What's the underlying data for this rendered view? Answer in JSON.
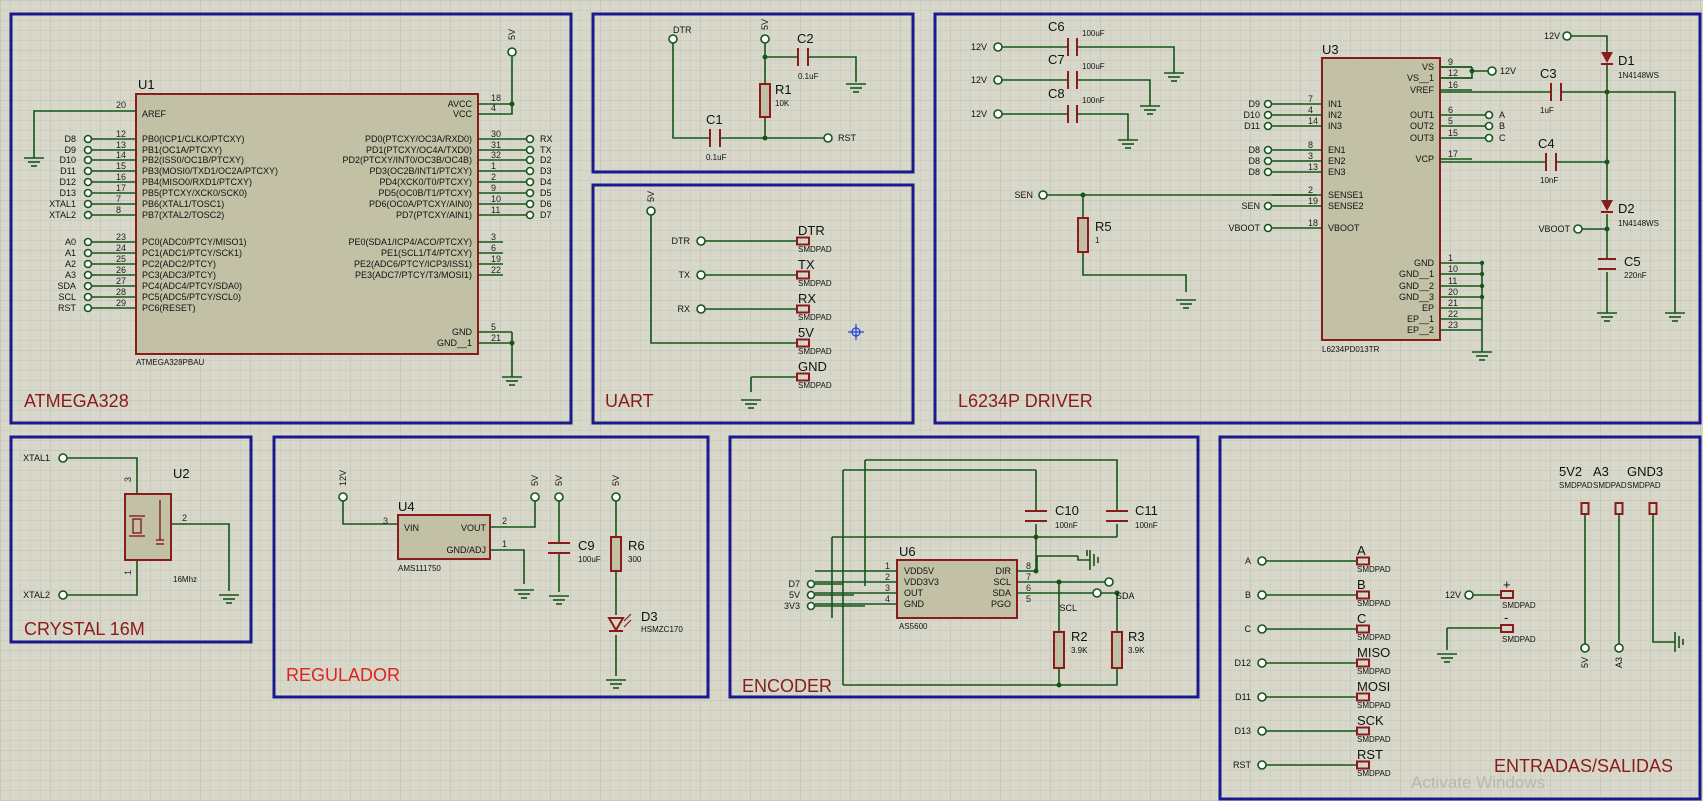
{
  "sections": {
    "atmega": "ATMEGA328",
    "uart": "UART",
    "driver": "L6234P DRIVER",
    "crystal": "CRYSTAL 16M",
    "regulador": "REGULADOR",
    "encoder": "ENCODER",
    "io": "ENTRADAS/SALIDAS"
  },
  "colors": {
    "wire": "#15541a",
    "frame": "#1a1a8e",
    "component": "#8b1a1a",
    "chip_fill": "#c2c1a6",
    "background": "#d8d8ca"
  },
  "u1": {
    "ref": "U1",
    "part": "ATMEGA328PBAU",
    "power_net": "5V",
    "aref": {
      "name": "AREF",
      "num": "20"
    },
    "left_pins": [
      {
        "net": "D8",
        "num": "12",
        "name": "PB0(ICP1/CLKO/PTCXY)"
      },
      {
        "net": "D9",
        "num": "13",
        "name": "PB1(OC1A/PTCXY)"
      },
      {
        "net": "D10",
        "num": "14",
        "name": "PB2(ISS0/OC1B/PTCXY)"
      },
      {
        "net": "D11",
        "num": "15",
        "name": "PB3(MOSI0/TXD1/OC2A/PTCXY)"
      },
      {
        "net": "D12",
        "num": "16",
        "name": "PB4(MISO0/RXD1/PTCXY)"
      },
      {
        "net": "D13",
        "num": "17",
        "name": "PB5(PTCXY/XCK0/SCK0)"
      },
      {
        "net": "XTAL1",
        "num": "7",
        "name": "PB6(XTAL1/TOSC1)"
      },
      {
        "net": "XTAL2",
        "num": "8",
        "name": "PB7(XTAL2/TOSC2)"
      },
      {
        "net": "A0",
        "num": "23",
        "name": "PC0(ADC0/PTCY/MISO1)"
      },
      {
        "net": "A1",
        "num": "24",
        "name": "PC1(ADC1/PTCY/SCK1)"
      },
      {
        "net": "A2",
        "num": "25",
        "name": "PC2(ADC2/PTCY)"
      },
      {
        "net": "A3",
        "num": "26",
        "name": "PC3(ADC3/PTCY)"
      },
      {
        "net": "SDA",
        "num": "27",
        "name": "PC4(ADC4/PTCY/SDA0)"
      },
      {
        "net": "SCL",
        "num": "28",
        "name": "PC5(ADC5/PTCY/SCL0)"
      },
      {
        "net": "RST",
        "num": "29",
        "name": "PC6(RESET)"
      }
    ],
    "right_top": [
      {
        "name": "AVCC",
        "num": "18"
      },
      {
        "name": "VCC",
        "num": "4"
      }
    ],
    "right_pins": [
      {
        "name": "PD0(PTCXY/OC3A/RXD0)",
        "num": "30",
        "net": "RX"
      },
      {
        "name": "PD1(PTCXY/OC4A/TXD0)",
        "num": "31",
        "net": "TX"
      },
      {
        "name": "PD2(PTCXY/INT0/OC3B/OC4B)",
        "num": "32",
        "net": "D2"
      },
      {
        "name": "PD3(OC2B/INT1/PTCXY)",
        "num": "1",
        "net": "D3"
      },
      {
        "name": "PD4(XCK0/T0/PTCXY)",
        "num": "2",
        "net": "D4"
      },
      {
        "name": "PD5(OC0B/T1/PTCXY)",
        "num": "9",
        "net": "D5"
      },
      {
        "name": "PD6(OC0A/PTCXY/AIN0)",
        "num": "10",
        "net": "D6"
      },
      {
        "name": "PD7(PTCXY/AIN1)",
        "num": "11",
        "net": "D7"
      }
    ],
    "right_pe": [
      {
        "name": "PE0(SDA1/ICP4/ACO/PTCXY)",
        "num": "3"
      },
      {
        "name": "PE1(SCL1/T4/PTCXY)",
        "num": "6"
      },
      {
        "name": "PE2(ADC6/PTCY/ICP3/ISS1)",
        "num": "19"
      },
      {
        "name": "PE3(ADC7/PTCY/T3/MOSI1)",
        "num": "22"
      }
    ],
    "right_gnd": [
      {
        "name": "GND",
        "num": "5"
      },
      {
        "name": "GND__1",
        "num": "21"
      }
    ]
  },
  "reset_circuit": {
    "dtr": "DTR",
    "vcc": "5V",
    "rst": "RST",
    "c2": {
      "ref": "C2",
      "val": "0.1uF"
    },
    "r1": {
      "ref": "R1",
      "val": "10K"
    },
    "c1": {
      "ref": "C1",
      "val": "0.1uF"
    }
  },
  "uart": {
    "vcc": "5V",
    "pads": [
      {
        "net": "DTR",
        "label": "DTR",
        "type": "SMDPAD"
      },
      {
        "net": "TX",
        "label": "TX",
        "type": "SMDPAD"
      },
      {
        "net": "RX",
        "label": "RX",
        "type": "SMDPAD"
      },
      {
        "net": "",
        "label": "5V",
        "type": "SMDPAD"
      },
      {
        "net": "",
        "label": "GND",
        "type": "SMDPAD"
      }
    ]
  },
  "driver": {
    "caps": [
      {
        "net": "12V",
        "ref": "C6",
        "val": "100uF"
      },
      {
        "net": "12V",
        "ref": "C7",
        "val": "100uF"
      },
      {
        "net": "12V",
        "ref": "C8",
        "val": "100nF"
      }
    ],
    "sen": "SEN",
    "r5": {
      "ref": "R5",
      "val": "1"
    },
    "u3": {
      "ref": "U3",
      "part": "L6234PD013TR",
      "left": [
        {
          "net": "D9",
          "num": "7",
          "name": "IN1"
        },
        {
          "net": "D10",
          "num": "4",
          "name": "IN2"
        },
        {
          "net": "D11",
          "num": "14",
          "name": "IN3"
        },
        {
          "net": "D8",
          "num": "8",
          "name": "EN1"
        },
        {
          "net": "D8",
          "num": "3",
          "name": "EN2"
        },
        {
          "net": "D8",
          "num": "13",
          "name": "EN3"
        },
        {
          "net": "",
          "num": "2",
          "name": "SENSE1"
        },
        {
          "net": "SEN",
          "num": "19",
          "name": "SENSE2"
        },
        {
          "net": "VBOOT",
          "num": "18",
          "name": "VBOOT"
        }
      ],
      "right": [
        {
          "name": "VS",
          "num": "9"
        },
        {
          "name": "VS__1",
          "num": "12"
        },
        {
          "name": "VREF",
          "num": "16"
        },
        {
          "name": "OUT1",
          "num": "6",
          "net": "A"
        },
        {
          "name": "OUT2",
          "num": "5",
          "net": "B"
        },
        {
          "name": "OUT3",
          "num": "15",
          "net": "C"
        },
        {
          "name": "VCP",
          "num": "17"
        },
        {
          "name": "GND",
          "num": "1"
        },
        {
          "name": "GND__1",
          "num": "10"
        },
        {
          "name": "GND__2",
          "num": "11"
        },
        {
          "name": "GND__3",
          "num": "20"
        },
        {
          "name": "EP",
          "num": "21"
        },
        {
          "name": "EP__1",
          "num": "22"
        },
        {
          "name": "EP__2",
          "num": "23"
        }
      ]
    },
    "vs_net": "12V",
    "c3": {
      "ref": "C3",
      "val": "1uF"
    },
    "c4": {
      "ref": "C4",
      "val": "10nF"
    },
    "c5": {
      "ref": "C5",
      "val": "220nF"
    },
    "d1": {
      "ref": "D1",
      "val": "1N4148WS"
    },
    "d2": {
      "ref": "D2",
      "val": "1N4148WS"
    },
    "vboot": "VBOOT",
    "v12": "12V"
  },
  "crystal": {
    "ref": "U2",
    "val": "16Mhz",
    "xtal1": "XTAL1",
    "xtal2": "XTAL2",
    "pin1": "1",
    "pin2": "2",
    "pin3": "3"
  },
  "regulador": {
    "vin_net": "12V",
    "vout_net": "5V",
    "c9_net": "5V",
    "r6_net": "5V",
    "u4": {
      "ref": "U4",
      "part": "AMS111750",
      "vin": "VIN",
      "vout": "VOUT",
      "gnd": "GND/ADJ",
      "p3": "3",
      "p2": "2",
      "p1": "1"
    },
    "c9": {
      "ref": "C9",
      "val": "100uF"
    },
    "r6": {
      "ref": "R6",
      "val": "300"
    },
    "d3": {
      "ref": "D3",
      "val": "HSMZC170"
    }
  },
  "encoder": {
    "u6": {
      "ref": "U6",
      "part": "AS5600",
      "left": [
        {
          "net": "D7",
          "num": "1",
          "name": "VDD5V"
        },
        {
          "net": "5V",
          "num": "2",
          "name": "VDD3V3"
        },
        {
          "net": "3V3",
          "num": "3",
          "name": "OUT"
        },
        {
          "net": "",
          "num": "4",
          "name": "GND"
        }
      ],
      "right": [
        {
          "name": "DIR",
          "num": "8"
        },
        {
          "name": "SCL",
          "num": "7"
        },
        {
          "name": "SDA",
          "num": "6"
        },
        {
          "name": "PGO",
          "num": "5"
        }
      ]
    },
    "sda": "SDA",
    "scl": "SCL",
    "c10": {
      "ref": "C10",
      "val": "100nF"
    },
    "c11": {
      "ref": "C11",
      "val": "100nF"
    },
    "r2": {
      "ref": "R2",
      "val": "3.9K"
    },
    "r3": {
      "ref": "R3",
      "val": "3.9K"
    }
  },
  "io": {
    "pads": [
      {
        "net": "A",
        "label": "A",
        "type": "SMDPAD"
      },
      {
        "net": "B",
        "label": "B",
        "type": "SMDPAD"
      },
      {
        "net": "C",
        "label": "C",
        "type": "SMDPAD"
      },
      {
        "net": "D12",
        "label": "MISO",
        "type": "SMDPAD"
      },
      {
        "net": "D11",
        "label": "MOSI",
        "type": "SMDPAD"
      },
      {
        "net": "D13",
        "label": "SCK",
        "type": "SMDPAD"
      },
      {
        "net": "RST",
        "label": "RST",
        "type": "SMDPAD"
      }
    ],
    "power_in": {
      "net": "12V",
      "plus": "+",
      "minus": "-",
      "type": "SMDPAD"
    },
    "top_pads": [
      {
        "label": "5V2",
        "type": "SMDPAD",
        "net": "5V"
      },
      {
        "label": "A3",
        "type": "SMDPAD",
        "net": "A3"
      },
      {
        "label": "GND3",
        "type": "SMDPAD",
        "net": ""
      }
    ]
  },
  "watermark": "Activate Windows"
}
